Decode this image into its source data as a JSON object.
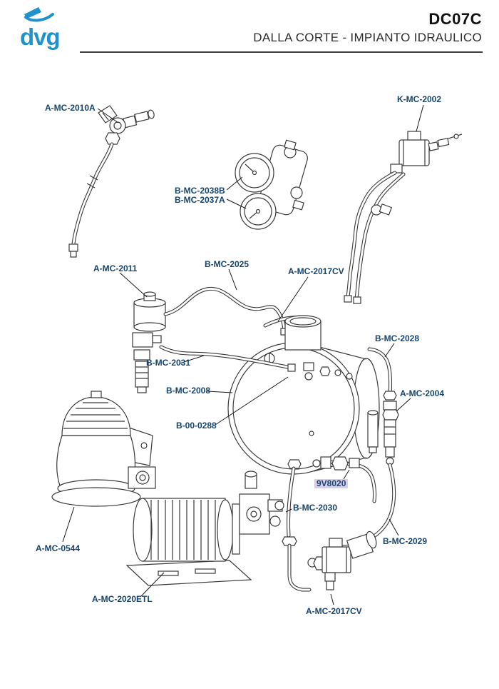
{
  "header": {
    "logo_text": "dvg",
    "code": "DC07C",
    "title": "DALLA CORTE - IMPIANTO IDRAULICO"
  },
  "colors": {
    "label_text": "#17456d",
    "logo_blue": "#2093cf",
    "highlight_background": "#d8cdec",
    "drawing_line": "#3a3a3a"
  },
  "parts": [
    {
      "label": "A-MC-2010A",
      "highlighted": false
    },
    {
      "label": "K-MC-2002",
      "highlighted": false
    },
    {
      "label": "B-MC-2038B",
      "highlighted": false
    },
    {
      "label": "B-MC-2037A",
      "highlighted": false
    },
    {
      "label": "A-MC-2011",
      "highlighted": false
    },
    {
      "label": "B-MC-2025",
      "highlighted": false
    },
    {
      "label": "A-MC-2017CV",
      "highlighted": false
    },
    {
      "label": "B-MC-2028",
      "highlighted": false
    },
    {
      "label": "B-MC-2031",
      "highlighted": false
    },
    {
      "label": "B-MC-2008",
      "highlighted": false
    },
    {
      "label": "A-MC-2004",
      "highlighted": false
    },
    {
      "label": "B-00-0288",
      "highlighted": false
    },
    {
      "label": "9V8020",
      "highlighted": true
    },
    {
      "label": "B-MC-2030",
      "highlighted": false
    },
    {
      "label": "A-MC-0544",
      "highlighted": false
    },
    {
      "label": "B-MC-2029",
      "highlighted": false
    },
    {
      "label": "A-MC-2020ETL",
      "highlighted": false
    },
    {
      "label": "A-MC-2017CV",
      "highlighted": false
    }
  ]
}
